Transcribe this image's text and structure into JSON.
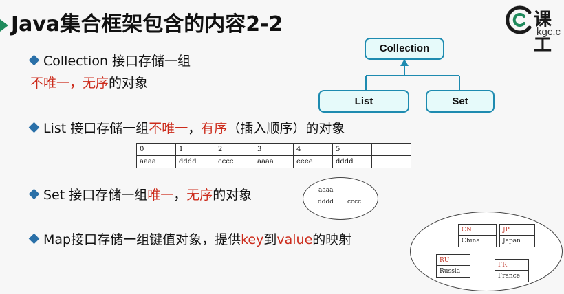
{
  "title": "Java集合框架包含的内容2-2",
  "logo": {
    "brand": "课工",
    "url": "kgc.c"
  },
  "tree": {
    "root": "Collection",
    "left": "List",
    "right": "Set"
  },
  "bullets": {
    "collection": {
      "prefix": "Collection 接口存储一组",
      "line2_red": "不唯一，无序",
      "line2_black": "的对象"
    },
    "list": {
      "prefix": "List 接口存储一组",
      "red1": "不唯一",
      "mid": "，",
      "red2": "有序",
      "suffix": "（插入顺序）的对象"
    },
    "set": {
      "prefix": "Set 接口存储一组",
      "red1": "唯一",
      "mid": "，",
      "red2": "无序",
      "suffix": "的对象"
    },
    "map": {
      "prefix": "Map接口存储一组键值对象，提供",
      "key": "key",
      "to": "到",
      "value": "value",
      "suffix": "的映射"
    }
  },
  "list_table": {
    "indices": [
      "0",
      "1",
      "2",
      "3",
      "4",
      "5",
      ""
    ],
    "values": [
      "aaaa",
      "dddd",
      "cccc",
      "aaaa",
      "eeee",
      "dddd",
      ""
    ]
  },
  "set_items": {
    "a": "aaaa",
    "b": "dddd",
    "c": "cccc"
  },
  "map_entries": [
    {
      "key": "CN",
      "value": "China"
    },
    {
      "key": "JP",
      "value": "Japan"
    },
    {
      "key": "RU",
      "value": "Russia"
    },
    {
      "key": "FR",
      "value": "France"
    }
  ],
  "colors": {
    "accent": "#1f8a5c",
    "red": "#cc2b1b",
    "diamond": "#2a70a8",
    "node_border": "#1e8bb0",
    "node_fill": "#e6fafa"
  }
}
